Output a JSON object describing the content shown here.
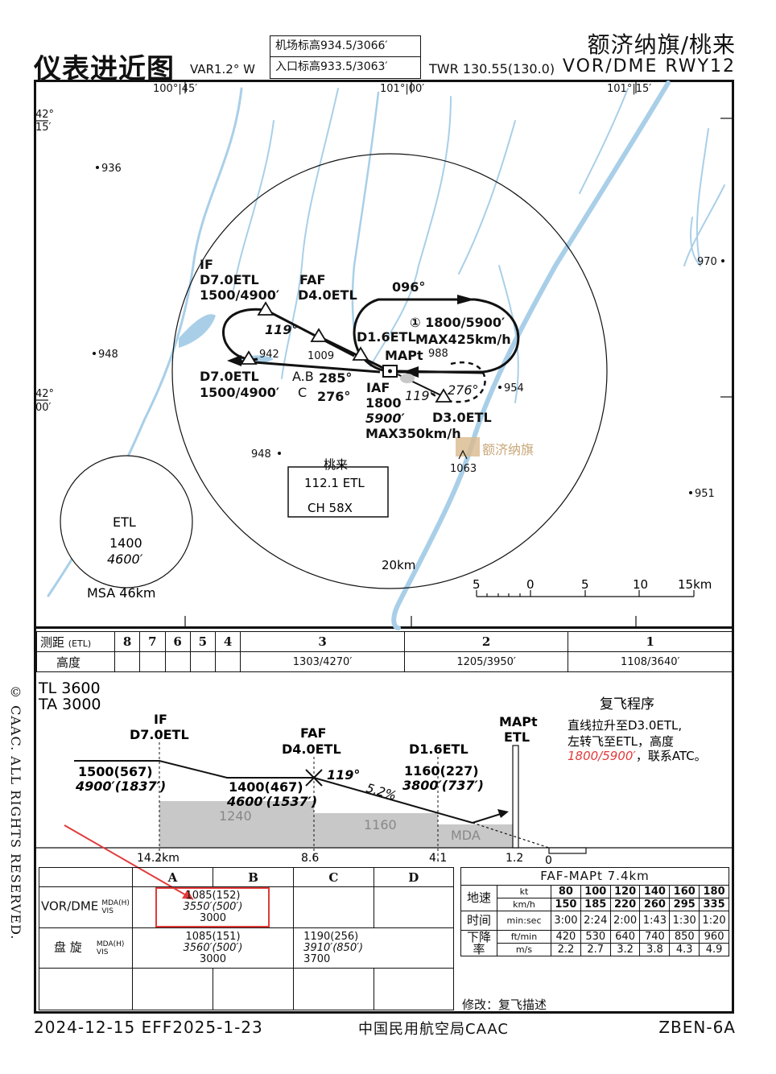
{
  "header": {
    "title": "仪表进近图",
    "variation": "VAR1.2° W",
    "aerodrome_elev": "机场标高934.5/3066′",
    "threshold_elev": "入口标高933.5/3063′",
    "twr": "TWR  130.55(130.0)",
    "airport": "额济纳旗/桃来",
    "procedure": "VOR/DME  RWY12"
  },
  "plan": {
    "lon_labels": [
      "100°|45′",
      "101°|00′",
      "101°|15′"
    ],
    "lat_labels": [
      "42°",
      "15′",
      "42°",
      "00′"
    ],
    "spot_heights": [
      "936",
      "948",
      "970",
      "954",
      "948",
      "951",
      "1063",
      "942",
      "1009",
      "988"
    ],
    "if_label": "IF",
    "if_fix": "D7.0ETL",
    "if_alt": "1500/4900′",
    "faf_label": "FAF",
    "faf_fix": "D4.0ETL",
    "holding_course": "096°",
    "holding_alt": "① 1800/5900′",
    "holding_speed": "MAX425km/h",
    "d16": "D1.6ETL",
    "mapt": "MAPt",
    "course_119": "119°",
    "entry_fix": "D7.0ETL",
    "entry_alt": "1500/4900′",
    "cat_ab": "A.B",
    "cat_c": "C",
    "course_285": "285°",
    "course_276": "276°",
    "iaf": "IAF",
    "iaf_alt1": "1800",
    "iaf_alt2": "5900′",
    "iaf_speed": "MAX350km/h",
    "d30": "D3.0ETL",
    "course_276b": "276°",
    "course_119b": "119°",
    "town": "额济纳旗",
    "navaid_name": "桃来",
    "navaid_freq": "112.1 ETL",
    "navaid_ch": "CH 58X",
    "ring_20km": "20km",
    "msa_ident": "ETL",
    "msa_alt": "1400",
    "msa_alt_ft": "4600′",
    "msa_radius": "MSA  46km",
    "scale_labels": [
      "5",
      "0",
      "5",
      "10",
      "15km"
    ]
  },
  "dme_table": {
    "row1_label": "测距",
    "row1_unit": "(ETL)",
    "distances": [
      "8",
      "7",
      "6",
      "5",
      "4",
      "3",
      "2",
      "1"
    ],
    "row2_label": "高度",
    "altitudes": [
      "",
      "",
      "",
      "",
      "",
      "1303/4270′",
      "1205/3950′",
      "1108/3640′"
    ]
  },
  "profile": {
    "tl": "TL  3600",
    "ta": "TA  3000",
    "if_label": "IF",
    "if_fix": "D7.0ETL",
    "faf_label": "FAF",
    "faf_fix": "D4.0ETL",
    "d16": "D1.6ETL",
    "mapt_label": "MAPt",
    "mapt_fix": "ETL",
    "alt_if": "1500(567)",
    "alt_if_ft": "4900′(1837′)",
    "alt_faf": "1400(467)",
    "alt_faf_ft": "4600′(1537′)",
    "alt_d16": "1160(227)",
    "alt_d16_ft": "3800′(737′)",
    "course": "119°",
    "gradient": "5.2%",
    "obs1": "1240",
    "obs2": "1160",
    "mda": "MDA",
    "distances": [
      "14.2km",
      "8.6",
      "4.1",
      "1.2",
      "0"
    ],
    "missed_title": "复飞程序",
    "missed_line1": "直线拉升至D3.0ETL,",
    "missed_line2": "左转飞至ETL，高度",
    "missed_alt": "1800/5900′",
    "missed_line3": "，联系ATC。"
  },
  "minima": {
    "cats": [
      "A",
      "B",
      "C",
      "D"
    ],
    "vor_label": "VOR/DME",
    "mda_label": "MDA(H)",
    "vis_label": "VIS",
    "vor_mda": "1085(152)",
    "vor_mda_ft": "3550′(500′)",
    "vor_vis": "3000",
    "circ_label": "盘 旋",
    "circ_ab_mda": "1085(151)",
    "circ_ab_mda_ft": "3560′(500′)",
    "circ_ab_vis": "3000",
    "circ_c_mda": "1190(256)",
    "circ_c_mda_ft": "3910′(850′)",
    "circ_c_vis": "3700"
  },
  "speed_table": {
    "title": "FAF-MAPt 7.4km",
    "speed_label": "地速",
    "kt_unit": "kt",
    "kmh_unit": "km/h",
    "kt": [
      "80",
      "100",
      "120",
      "140",
      "160",
      "180"
    ],
    "kmh": [
      "150",
      "185",
      "220",
      "260",
      "295",
      "335"
    ],
    "time_label": "时间",
    "time_unit": "min:sec",
    "times": [
      "3:00",
      "2:24",
      "2:00",
      "1:43",
      "1:30",
      "1:20"
    ],
    "rate_label": "下降率",
    "ftmin_unit": "ft/min",
    "ms_unit": "m/s",
    "ftmin": [
      "420",
      "530",
      "640",
      "740",
      "850",
      "960"
    ],
    "ms": [
      "2.2",
      "2.7",
      "3.2",
      "3.8",
      "4.3",
      "4.9"
    ]
  },
  "amendment": "修改：复飞描述",
  "copyright": "© CAAC. ALL RIGHTS RESERVED.",
  "footer": {
    "dates": "2024-12-15  EFF2025-1-23",
    "authority": "中国民用航空局CAAC",
    "chart_id": "ZBEN-6A"
  },
  "colors": {
    "water": "#a9cfe8",
    "highlight": "#e23a3a",
    "terrain": "#c8c8c8",
    "town": "#d9b98c"
  }
}
